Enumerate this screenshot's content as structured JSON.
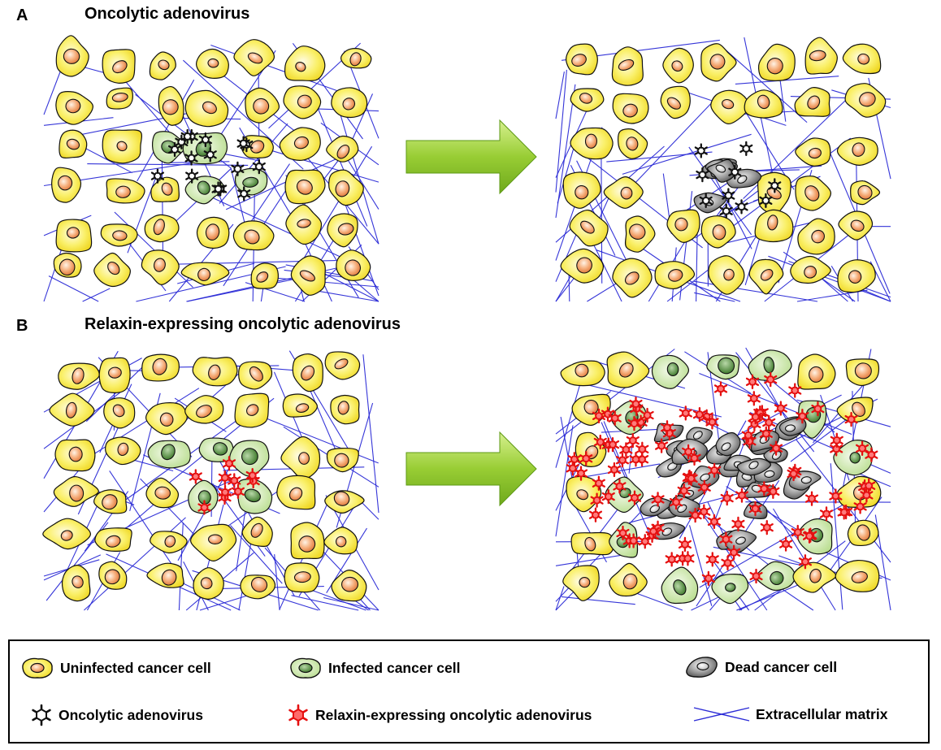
{
  "panels": [
    {
      "letter": "A",
      "title": "Oncolytic adenovirus"
    },
    {
      "letter": "B",
      "title": "Relaxin-expressing oncolytic adenovirus"
    }
  ],
  "legend": {
    "uninfected": "Uninfected cancer cell",
    "infected": "Infected cancer cell",
    "dead": "Dead cancer cell",
    "oncolytic": "Oncolytic adenovirus",
    "relaxin": "Relaxin-expressing oncolytic adenovirus",
    "matrix": "Extracellular matrix"
  },
  "colors": {
    "uninfected_cell": "#f6ec3c",
    "nucleus": "#f2a070",
    "infected_cell": "#c8e6a0",
    "infected_nucleus": "#4f8a3a",
    "dead_cell": "#707070",
    "matrix": "#2b2bd6",
    "relaxin_virus": "#ee1111",
    "oncolytic_virus": "#111111",
    "arrow": "#8cc832"
  },
  "icons": {
    "arrow_icon": "arrow-right-icon",
    "matrix_icon": "crossed-lines-icon"
  }
}
